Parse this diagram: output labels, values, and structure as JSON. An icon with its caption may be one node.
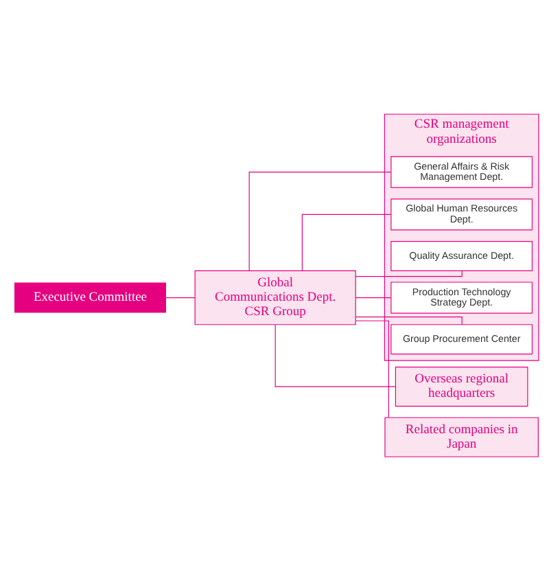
{
  "diagram": {
    "nodes": [
      {
        "text": [
          "Executive Committee"
        ]
      },
      {
        "text": [
          "CSR management organizations"
        ]
      },
      {
        "text": [
          "General Affairs & Risk Management Dept."
        ],
        "in": 1
      },
      {
        "text": [
          "Global Human Resources Dept."
        ],
        "in": 1
      },
      {
        "text": [
          "Quality Assurance Dept."
        ],
        "in": 1
      },
      {
        "text": [
          "Production Technology Strategy Dept."
        ],
        "in": 1
      },
      {
        "text": [
          "Group Procurement Center"
        ],
        "in": 1
      },
      {
        "text": [
          "Global Communications Dept. CSR Group"
        ]
      },
      {
        "text": [
          "Overseas regional headquarters"
        ]
      },
      {
        "text": [
          "Related companies in Japan"
        ]
      }
    ],
    "edges": [
      {
        "from": 0,
        "to": 7,
        "arrow": "none"
      },
      {
        "from": 7,
        "to": 2,
        "arrow": "none"
      },
      {
        "from": 7,
        "to": 3,
        "arrow": "none"
      },
      {
        "from": 7,
        "to": 4,
        "arrow": "none"
      },
      {
        "from": 7,
        "to": 5,
        "arrow": "none"
      },
      {
        "from": 7,
        "to": 6,
        "arrow": "none"
      },
      {
        "from": 7,
        "to": 8,
        "arrow": "none"
      },
      {
        "from": 7,
        "to": 9,
        "arrow": "none"
      }
    ]
  }
}
